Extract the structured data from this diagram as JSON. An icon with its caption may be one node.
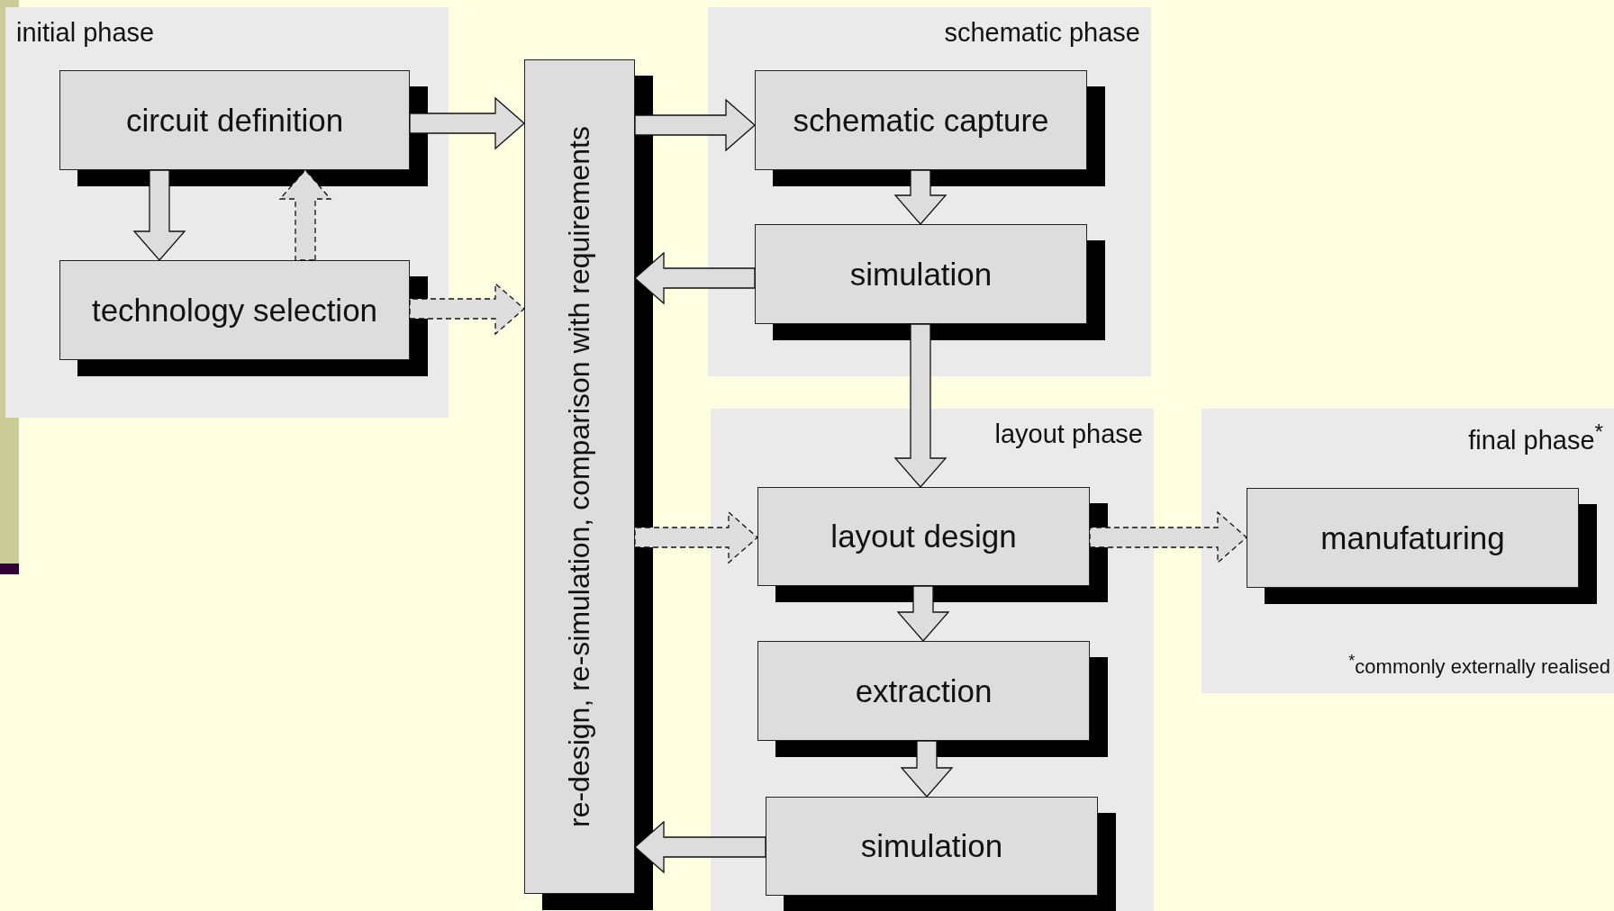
{
  "diagram": {
    "nodes": [
      {
        "text": [
          "initial phase"
        ]
      },
      {
        "text": [
          "circuit definition"
        ],
        "in": 0
      },
      {
        "text": [
          "technology selection"
        ],
        "in": 0
      },
      {
        "text": [
          "re-design, re-simulation, comparison with requirements"
        ]
      },
      {
        "text": [
          "schematic phase"
        ]
      },
      {
        "text": [
          "schematic capture"
        ],
        "in": 4
      },
      {
        "text": [
          "simulation"
        ],
        "in": 4
      },
      {
        "text": [
          "layout phase"
        ]
      },
      {
        "text": [
          "layout design"
        ],
        "in": 7
      },
      {
        "text": [
          "extraction"
        ],
        "in": 7
      },
      {
        "text": [
          "simulation"
        ],
        "in": 7
      },
      {
        "text": [
          "final phase$^{*}$",
          "$^{*}$commonly externally realised"
        ]
      },
      {
        "text": [
          "manufaturing"
        ],
        "in": 11
      }
    ],
    "edges": [
      {
        "from": 1,
        "to": 3,
        "arrow": "to"
      },
      {
        "from": 1,
        "to": 2,
        "arrow": "to"
      },
      {
        "from": 2,
        "to": 1,
        "arrow": "to",
        "style": "dashed"
      },
      {
        "from": 2,
        "to": 3,
        "arrow": "to",
        "style": "dashed"
      },
      {
        "from": 3,
        "to": 5,
        "arrow": "to"
      },
      {
        "from": 5,
        "to": 6,
        "arrow": "to"
      },
      {
        "from": 6,
        "to": 3,
        "arrow": "to"
      },
      {
        "from": 6,
        "to": 8,
        "arrow": "to"
      },
      {
        "from": 3,
        "to": 8,
        "arrow": "to",
        "style": "dashed"
      },
      {
        "from": 8,
        "to": 12,
        "arrow": "to",
        "style": "dashed"
      },
      {
        "from": 8,
        "to": 9,
        "arrow": "to"
      },
      {
        "from": 9,
        "to": 10,
        "arrow": "to"
      },
      {
        "from": 10,
        "to": 3,
        "arrow": "to"
      }
    ]
  }
}
